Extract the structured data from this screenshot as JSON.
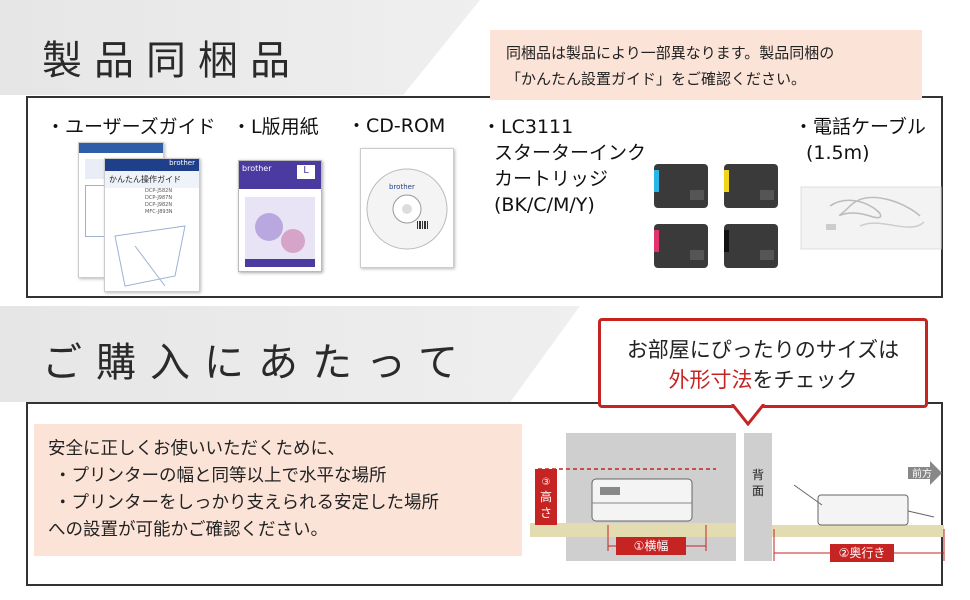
{
  "section1": {
    "title": "製品同梱品",
    "note_lines": [
      "同梱品は製品により一部異なります。製品同梱の",
      "「かんたん設置ガイド」をご確認ください。"
    ],
    "items": [
      {
        "lines": [
          "・ユーザーズガイド"
        ]
      },
      {
        "lines": [
          "・L版用紙"
        ]
      },
      {
        "lines": [
          "・CD-ROM"
        ]
      },
      {
        "lines": [
          "・LC3111",
          "スターターインク",
          "カートリッジ",
          "(BK/C/M/Y)"
        ]
      },
      {
        "lines": [
          "・電話ケーブル",
          "(1.5m)"
        ]
      }
    ],
    "guide_image": {
      "brand": "brother",
      "title": "かんたん操作ガイド",
      "models": [
        "DCP-J582N",
        "DCP-J987N",
        "DCP-J982N",
        "MFC-J893N"
      ]
    },
    "paper_image": {
      "brand": "brother",
      "size_label": "L"
    },
    "cd_image": {
      "brand": "brother"
    }
  },
  "section2": {
    "title": "ご購入にあたって",
    "callout_line1": "お部屋にぴったりのサイズは",
    "callout_red": "外形寸法",
    "callout_rest": "をチェック",
    "note_lines": [
      "安全に正しくお使いいただくために、",
      "・プリンターの幅と同等以上で水平な場所",
      "・プリンターをしっかり支えられる安定した場所",
      "への設置が可能かご確認ください。"
    ],
    "diagram": {
      "height_label": [
        "③",
        "高",
        "さ"
      ],
      "width_label": "①横幅",
      "depth_label": "②奥行き",
      "back_label": [
        "背",
        "面"
      ],
      "front_label": "前方"
    }
  },
  "colors": {
    "accent_red": "#c62323",
    "note_bg": "#fbe3d8",
    "band_bg": "#e6e6e6",
    "floor": "#e3dcb0",
    "wall": "#cfcfcf"
  }
}
